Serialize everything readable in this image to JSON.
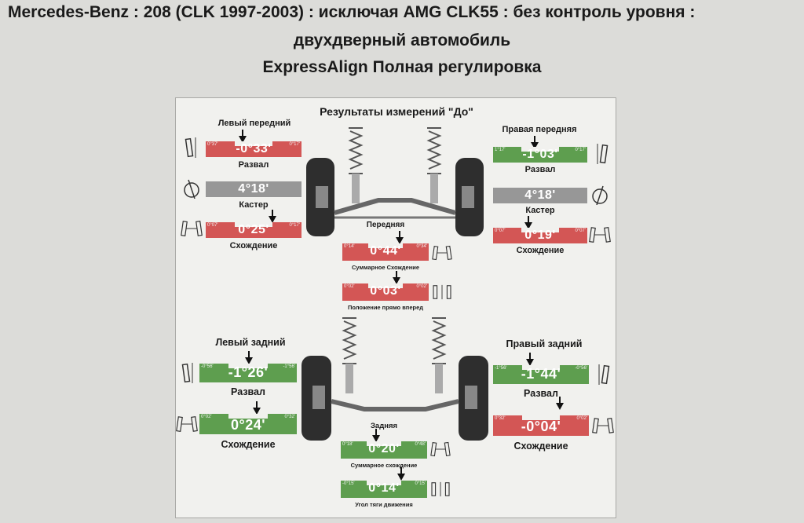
{
  "header": {
    "line1": "Mercedes-Benz : 208 (CLK 1997-2003) : исключая AMG CLK55 : без контроль уровня :",
    "line2": "двухдверный автомобиль",
    "line3": "ExpressAlign Полная регулировка"
  },
  "panel_title": "Результаты измерений \"До\"",
  "front_left": {
    "title": "Левый передний",
    "camber": {
      "value": "-0°33'",
      "tol_min": "0°37'",
      "tol_max": "0°17'",
      "label": "Развал",
      "status": "red"
    },
    "caster": {
      "value": "4°18'",
      "label": "Кастер",
      "status": "gray"
    },
    "toe": {
      "value": "0°25'",
      "tol_min": "0°07'",
      "tol_max": "0°17'",
      "label": "Схождение",
      "status": "red"
    }
  },
  "front_right": {
    "title": "Правая передняя",
    "camber": {
      "value": "-1°03'",
      "tol_min": "1°17'",
      "tol_max": "0°17'",
      "label": "Развал",
      "status": "green"
    },
    "caster": {
      "value": "4°18'",
      "label": "Кастер",
      "status": "gray"
    },
    "toe": {
      "value": "0°19'",
      "tol_min": "0°07'",
      "tol_max": "0°07'",
      "label": "Схождение",
      "status": "red"
    }
  },
  "front_total": {
    "title": "Передняя",
    "value": "0°44'",
    "tol_min": "0°14'",
    "tol_max": "0°34'",
    "label": "Суммарное Схождение",
    "status": "red"
  },
  "front_thrust": {
    "value": "0°03'",
    "tol_min": "0°02'",
    "tol_max": "0°02'",
    "label": "Положение прямо вперед",
    "status": "red"
  },
  "rear_left": {
    "title": "Левый задний",
    "camber": {
      "value": "-1°26'",
      "tol_min": "-0°56'",
      "tol_max": "-1°56'",
      "label": "Развал",
      "status": "green"
    },
    "toe": {
      "value": "0°24'",
      "tol_min": "0°02'",
      "tol_max": "0°32'",
      "label": "Схождение",
      "status": "green"
    }
  },
  "rear_right": {
    "title": "Правый задний",
    "camber": {
      "value": "-1°44'",
      "tol_min": "-1°56'",
      "tol_max": "-0°56'",
      "label": "Развал",
      "status": "green"
    },
    "toe": {
      "value": "-0°04'",
      "tol_min": "0°32'",
      "tol_max": "0°02'",
      "label": "Схождение",
      "status": "red"
    }
  },
  "rear_total": {
    "title": "Задняя",
    "value": "0°20'",
    "tol_min": "0°18'",
    "tol_max": "0°48'",
    "label": "Суммарное схождение",
    "status": "green"
  },
  "rear_thrust": {
    "value": "0°14'",
    "tol_min": "-0°15'",
    "tol_max": "0°15'",
    "label": "Угол тяги движения",
    "status": "green"
  },
  "colors": {
    "red": "#d35655",
    "green": "#5e9e4f",
    "gray": "#979797"
  }
}
